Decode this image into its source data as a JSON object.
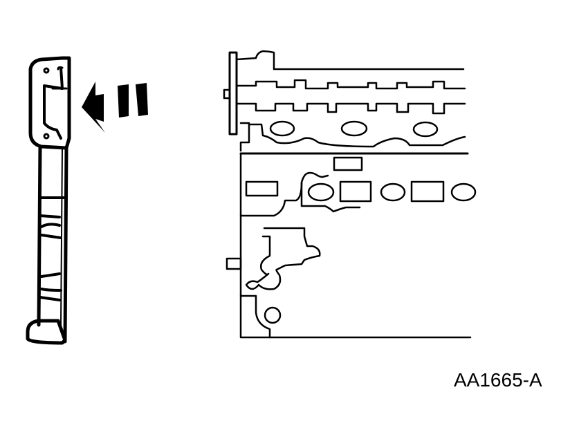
{
  "figure": {
    "reference_id": "AA1665-A",
    "line_color": "#000000",
    "background": "#ffffff"
  },
  "parts": {
    "left_component": "timing-guide-rail",
    "right_component": "cylinder-head-assembly",
    "indicator": "dashed-arrow-pointing-left"
  }
}
